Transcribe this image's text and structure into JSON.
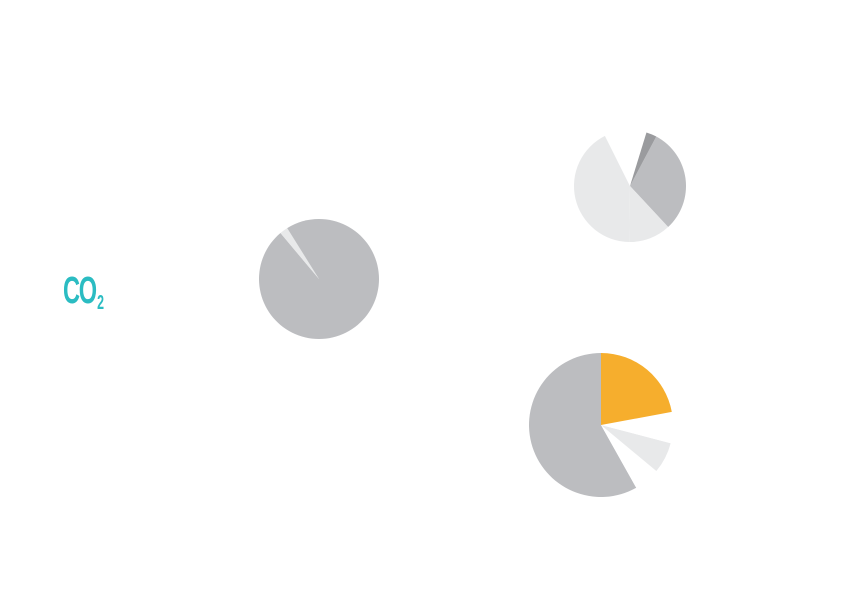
{
  "label": {
    "formula_main": "CO",
    "formula_sub": "2"
  },
  "colors": {
    "label": "#2bbcc2",
    "gray": "#bcbdc0",
    "light": "#e8e9ea",
    "dark": "#9a9b9e",
    "highlight": "#f6ae2d"
  },
  "chart_data": {
    "type": "pie",
    "title": "",
    "charts": [
      {
        "name": "",
        "slices": [
          {
            "value": 24,
            "color": "#bcbdc0"
          },
          {
            "value": 0.6,
            "color": "#e8e9ea"
          },
          {
            "value": 2.4,
            "color": "#bcbdc0"
          }
        ]
      },
      {
        "name": "",
        "slices": [
          {
            "value": 5,
            "color": "#bcbdc0"
          },
          {
            "value": 2,
            "color": "#e8e9ea"
          },
          {
            "value": 7,
            "color": "#e8e9ea"
          },
          {
            "value": 2,
            "color": "#ffffff"
          },
          {
            "value": 0.5,
            "color": "#9a9b9e"
          }
        ]
      },
      {
        "name": "",
        "slices": [
          {
            "value": 50,
            "color": "#bcbdc0"
          },
          {
            "value": 5,
            "color": "#ffffff"
          },
          {
            "value": 6,
            "color": "#e8e9ea"
          },
          {
            "value": 6,
            "color": "#ffffff"
          },
          {
            "value": 19,
            "color": "#f6ae2d"
          }
        ]
      }
    ]
  }
}
